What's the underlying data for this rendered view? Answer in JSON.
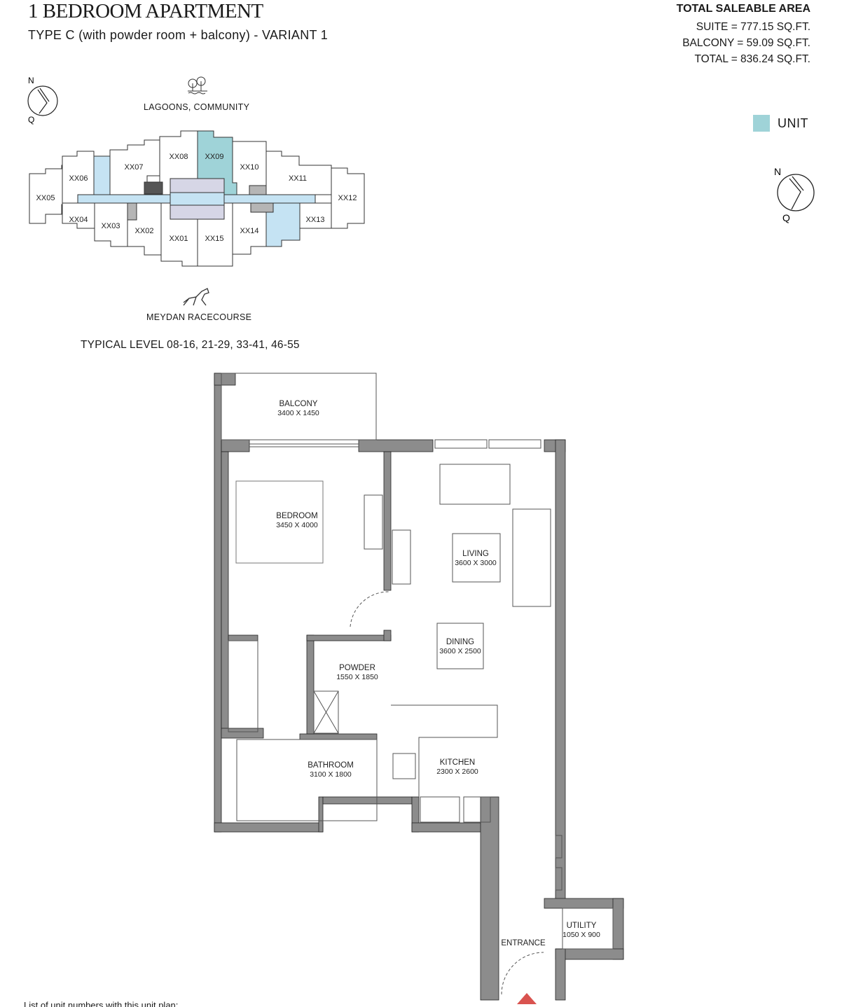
{
  "header": {
    "title": "1 BEDROOM APARTMENT",
    "subtitle": "TYPE C (with powder room + balcony) - VARIANT 1"
  },
  "area": {
    "heading": "TOTAL SALEABLE AREA",
    "suite": "SUITE = 777.15 SQ.FT.",
    "balcony": "BALCONY = 59.09 SQ.FT.",
    "total": "TOTAL = 836.24 SQ.FT."
  },
  "legend": {
    "label": "UNIT",
    "color": "#9fd3d8"
  },
  "compass": {
    "north": "N",
    "south": "Q"
  },
  "keyplan": {
    "top_label": "LAGOONS, COMMUNITY",
    "bottom_label": "MEYDAN RACECOURSE",
    "units": [
      "XX01",
      "XX02",
      "XX03",
      "XX04",
      "XX05",
      "XX06",
      "XX07",
      "XX08",
      "XX09",
      "XX10",
      "XX11",
      "XX12",
      "XX13",
      "XX14",
      "XX15"
    ],
    "highlighted": "XX09"
  },
  "levels": "TYPICAL LEVEL 08-16, 21-29, 33-41, 46-55",
  "rooms": {
    "balcony": {
      "name": "BALCONY",
      "size": "3400 X 1450"
    },
    "bedroom": {
      "name": "BEDROOM",
      "size": "3450 X 4000"
    },
    "living": {
      "name": "LIVING",
      "size": "3600 X 3000"
    },
    "dining": {
      "name": "DINING",
      "size": "3600 X 2500"
    },
    "powder": {
      "name": "POWDER",
      "size": "1550 X 1850"
    },
    "bathroom": {
      "name": "BATHROOM",
      "size": "3100 X 1800"
    },
    "kitchen": {
      "name": "KITCHEN",
      "size": "2300 X 2600"
    },
    "utility": {
      "name": "UTILITY",
      "size": "1050 X 900"
    },
    "entrance": {
      "name": "ENTRANCE"
    }
  },
  "footer": "List of unit numbers with this unit plan:"
}
